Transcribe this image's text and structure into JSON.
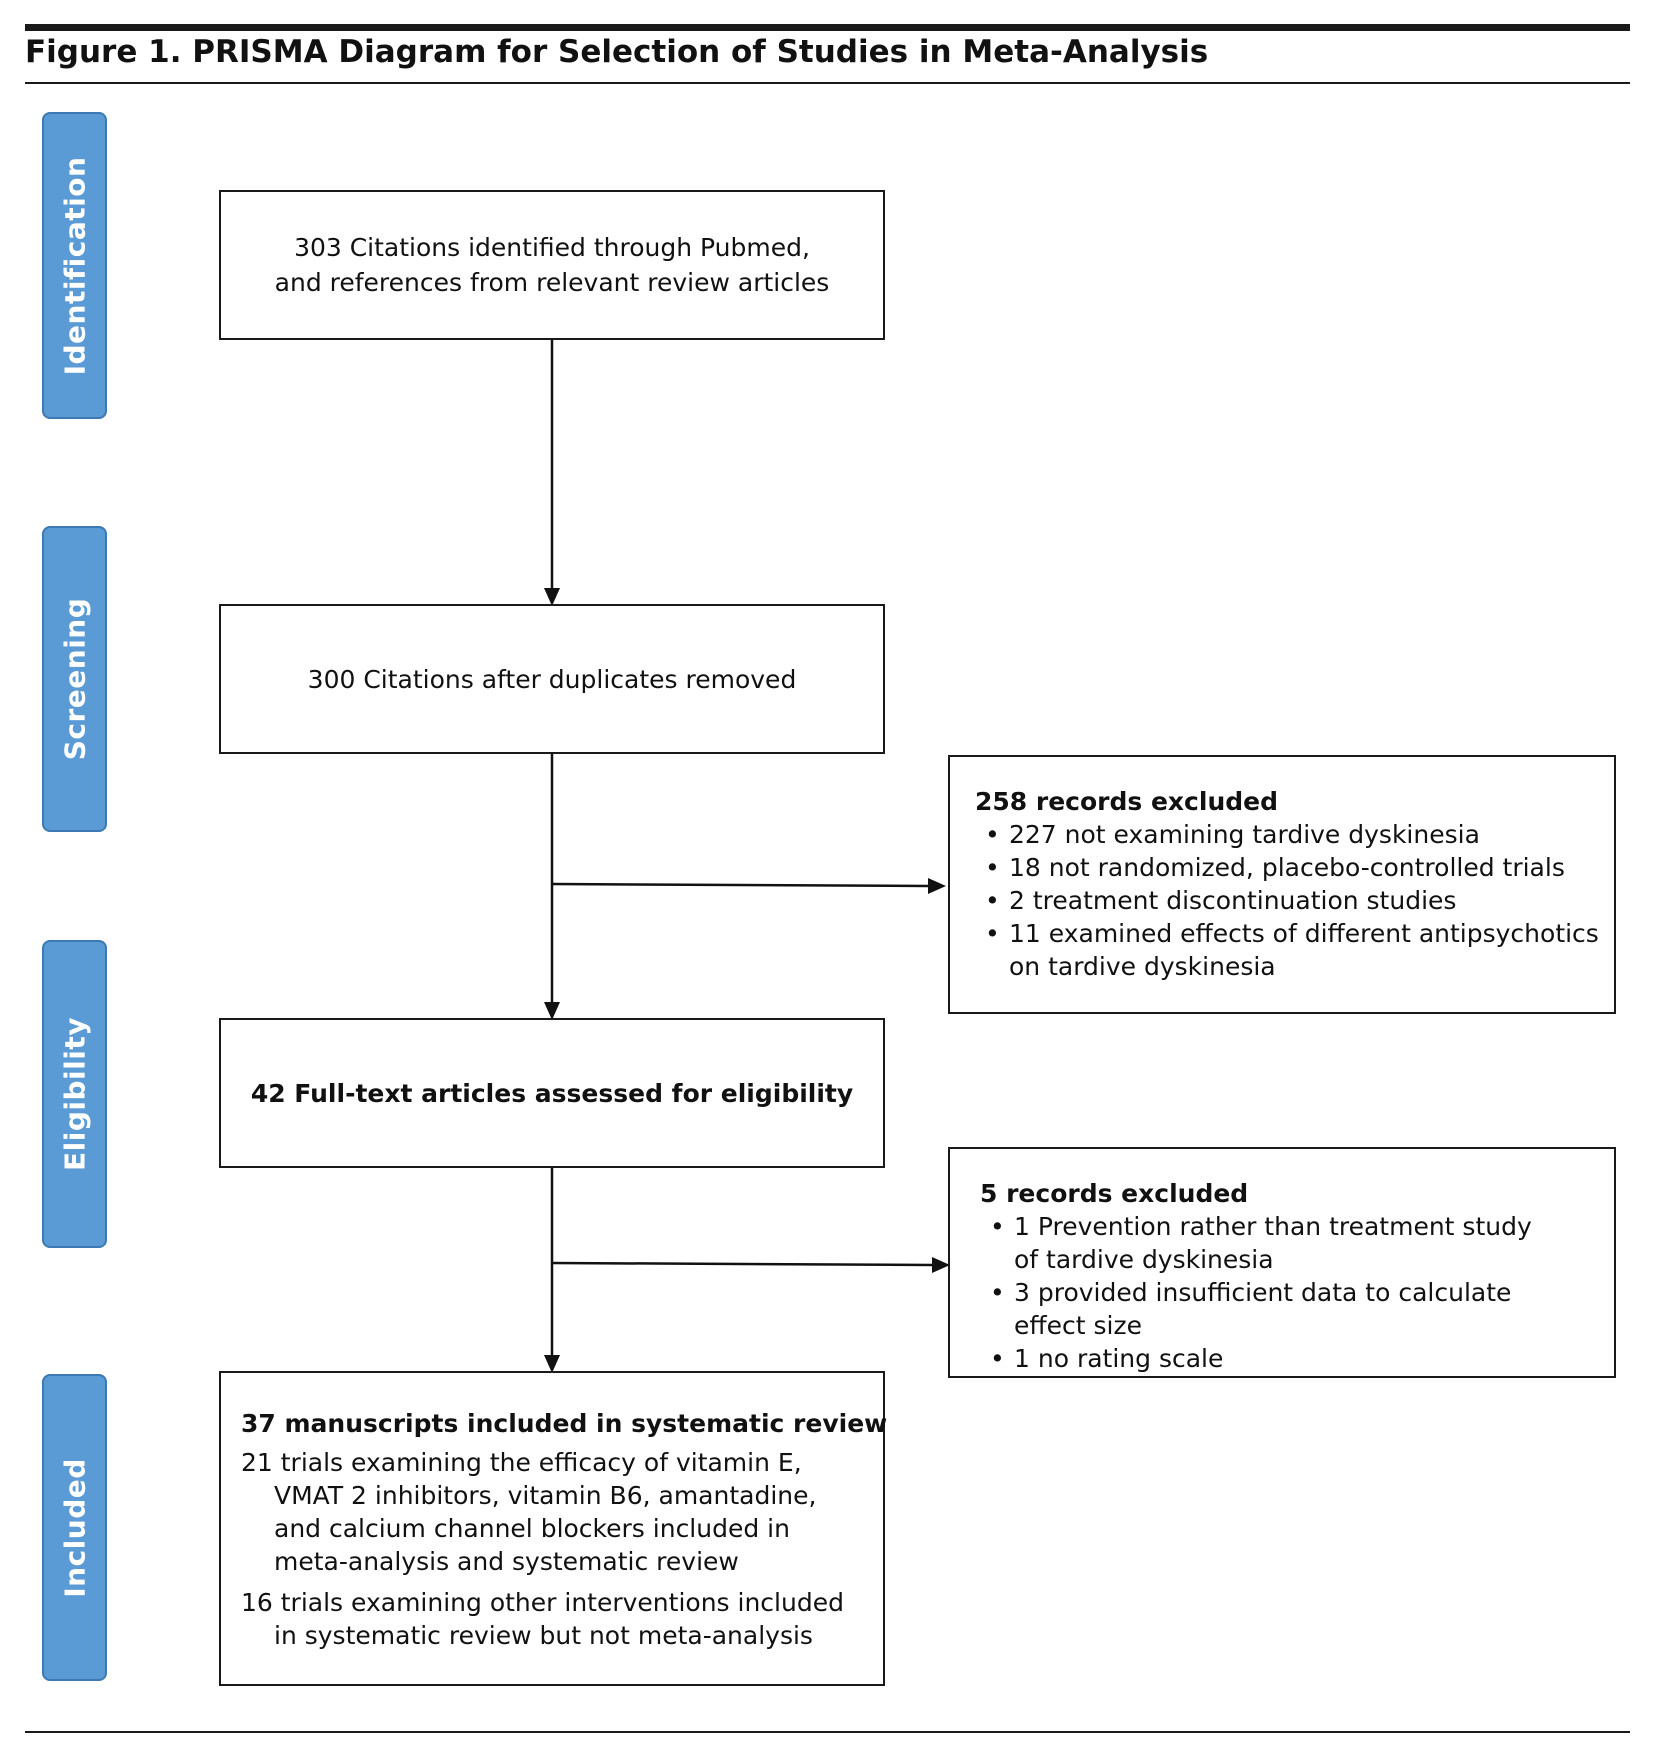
{
  "figure": {
    "title": "Figure 1. PRISMA Diagram for Selection of Studies in Meta-Analysis"
  },
  "stages": {
    "identification": "Identification",
    "screening": "Screening",
    "eligibility": "Eligibility",
    "included": "Included"
  },
  "boxes": {
    "identified": {
      "line1": "303 Citations identified through Pubmed,",
      "line2": "and references from relevant review articles"
    },
    "screened": {
      "text": "300 Citations after duplicates removed"
    },
    "eligibility": {
      "text": "42 Full-text articles assessed for eligibility"
    },
    "excluded_screening": {
      "heading": "258 records excluded",
      "items": [
        "227 not examining tardive dyskinesia",
        "18 not randomized, placebo-controlled trials",
        "2 treatment discontinuation studies",
        "11 examined effects of different antipsychotics",
        "on tardive dyskinesia"
      ]
    },
    "excluded_eligibility": {
      "heading": "5 records excluded",
      "items": [
        "1 Prevention rather than treatment study",
        "of tardive dyskinesia",
        "3 provided insufficient data to calculate",
        "effect size",
        "1 no rating scale"
      ]
    },
    "included": {
      "heading": "37 manuscripts included in systematic review",
      "item1": "21 trials examining the efficacy of vitamin E, VMAT 2 inhibitors, vitamin B6, amantadine, and calcium channel blockers included in meta-analysis and systematic review",
      "item2": "16 trials examining other interventions included in systematic review but not meta-analysis"
    }
  }
}
